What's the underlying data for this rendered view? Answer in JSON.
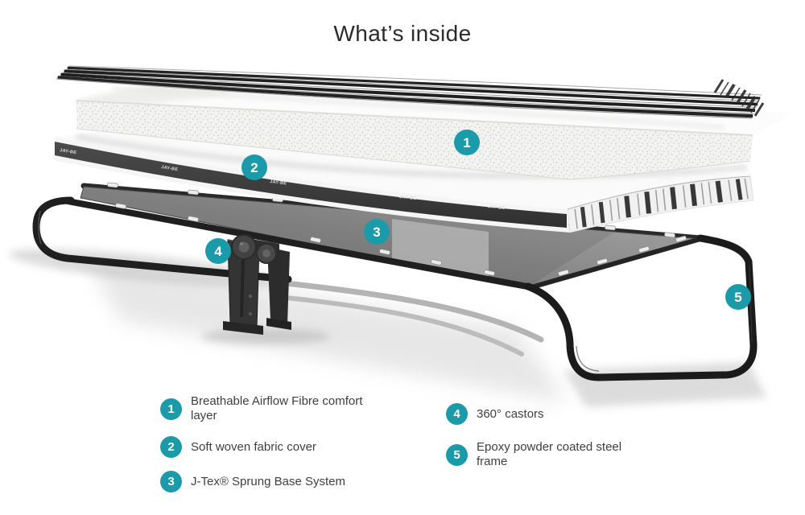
{
  "title": "What’s inside",
  "brand": "JAY-BE",
  "colors": {
    "accent_teal": "#1b9aa9",
    "title_text": "#2b2b2b",
    "legend_text": "#3f3f3f"
  },
  "diagram": {
    "callouts": [
      {
        "number": "1"
      },
      {
        "number": "2"
      },
      {
        "number": "3"
      },
      {
        "number": "4"
      },
      {
        "number": "5"
      }
    ]
  },
  "legend": {
    "col1": [
      {
        "num": "1",
        "label": "Breathable Airflow Fibre comfort layer"
      },
      {
        "num": "2",
        "label": "Soft woven fabric cover"
      },
      {
        "num": "3",
        "label": "J-Tex® Sprung Base System"
      }
    ],
    "col2": [
      {
        "num": "4",
        "label": "360° castors"
      },
      {
        "num": "5",
        "label": "Epoxy powder coated steel frame"
      }
    ]
  }
}
